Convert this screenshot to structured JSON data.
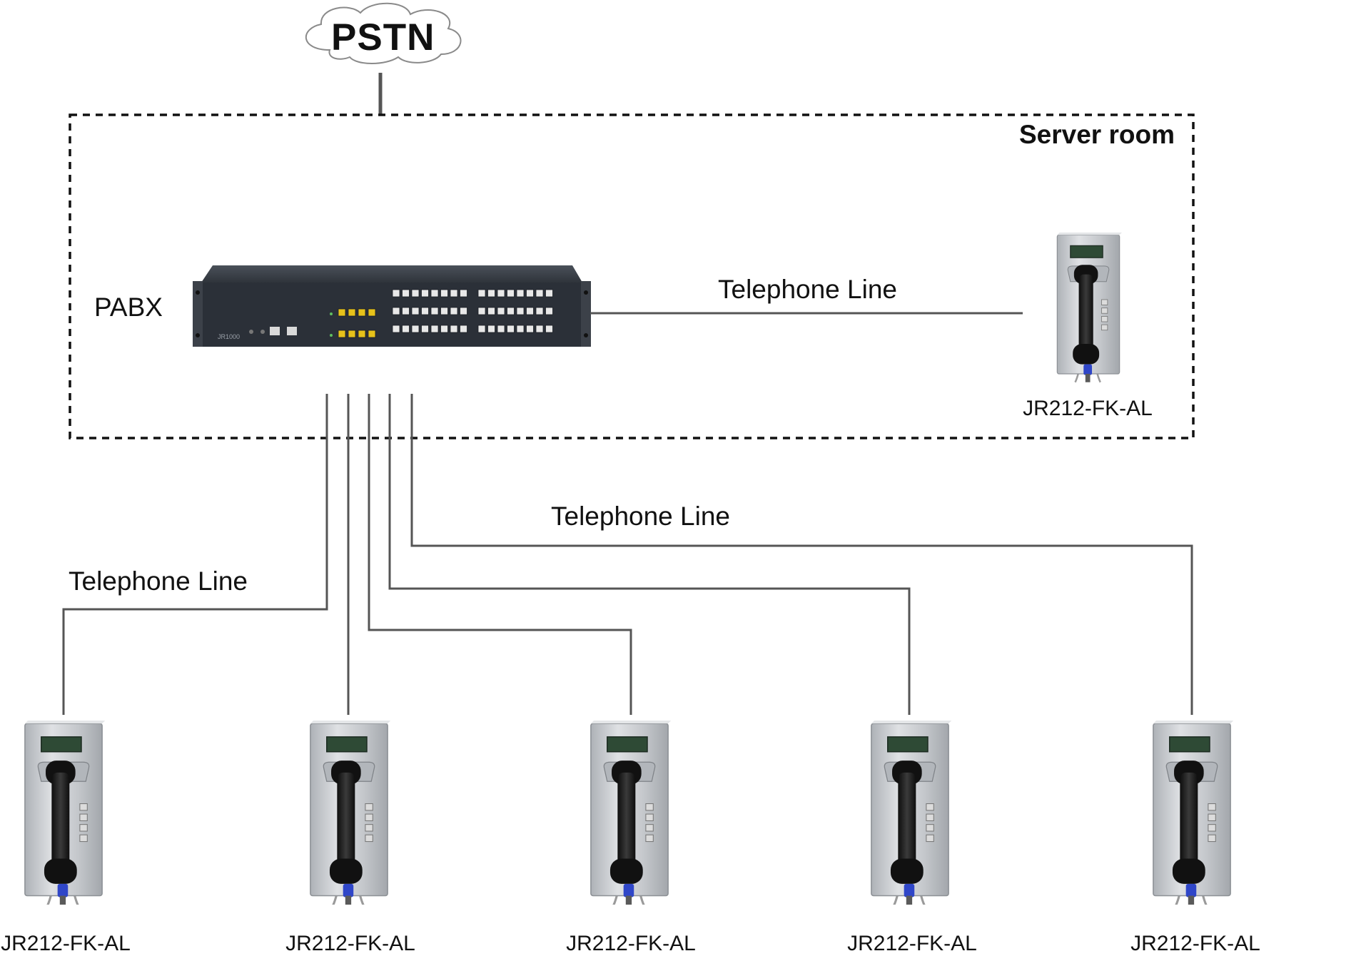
{
  "diagram": {
    "cloud_label": "PSTN",
    "zone_label": "Server room",
    "pabx": {
      "label": "PABX",
      "model_text": "JR1000"
    },
    "line_labels": [
      "Telephone Line",
      "Telephone Line",
      "Telephone Line"
    ],
    "server_phone": {
      "model": "JR212-FK-AL"
    },
    "field_phones": [
      {
        "model": "JR212-FK-AL"
      },
      {
        "model": "JR212-FK-AL"
      },
      {
        "model": "JR212-FK-AL"
      },
      {
        "model": "JR212-FK-AL"
      },
      {
        "model": "JR212-FK-AL"
      }
    ],
    "colors": {
      "line": "#555555",
      "pabx_body": "#2b3038",
      "port_white": "#e8e8e8",
      "port_yellow": "#e7c21a",
      "phone_steel": "#c9ccd0",
      "display": "#2e4a35",
      "handset": "#1a1a1a",
      "cord_blue": "#2f46c8"
    }
  }
}
